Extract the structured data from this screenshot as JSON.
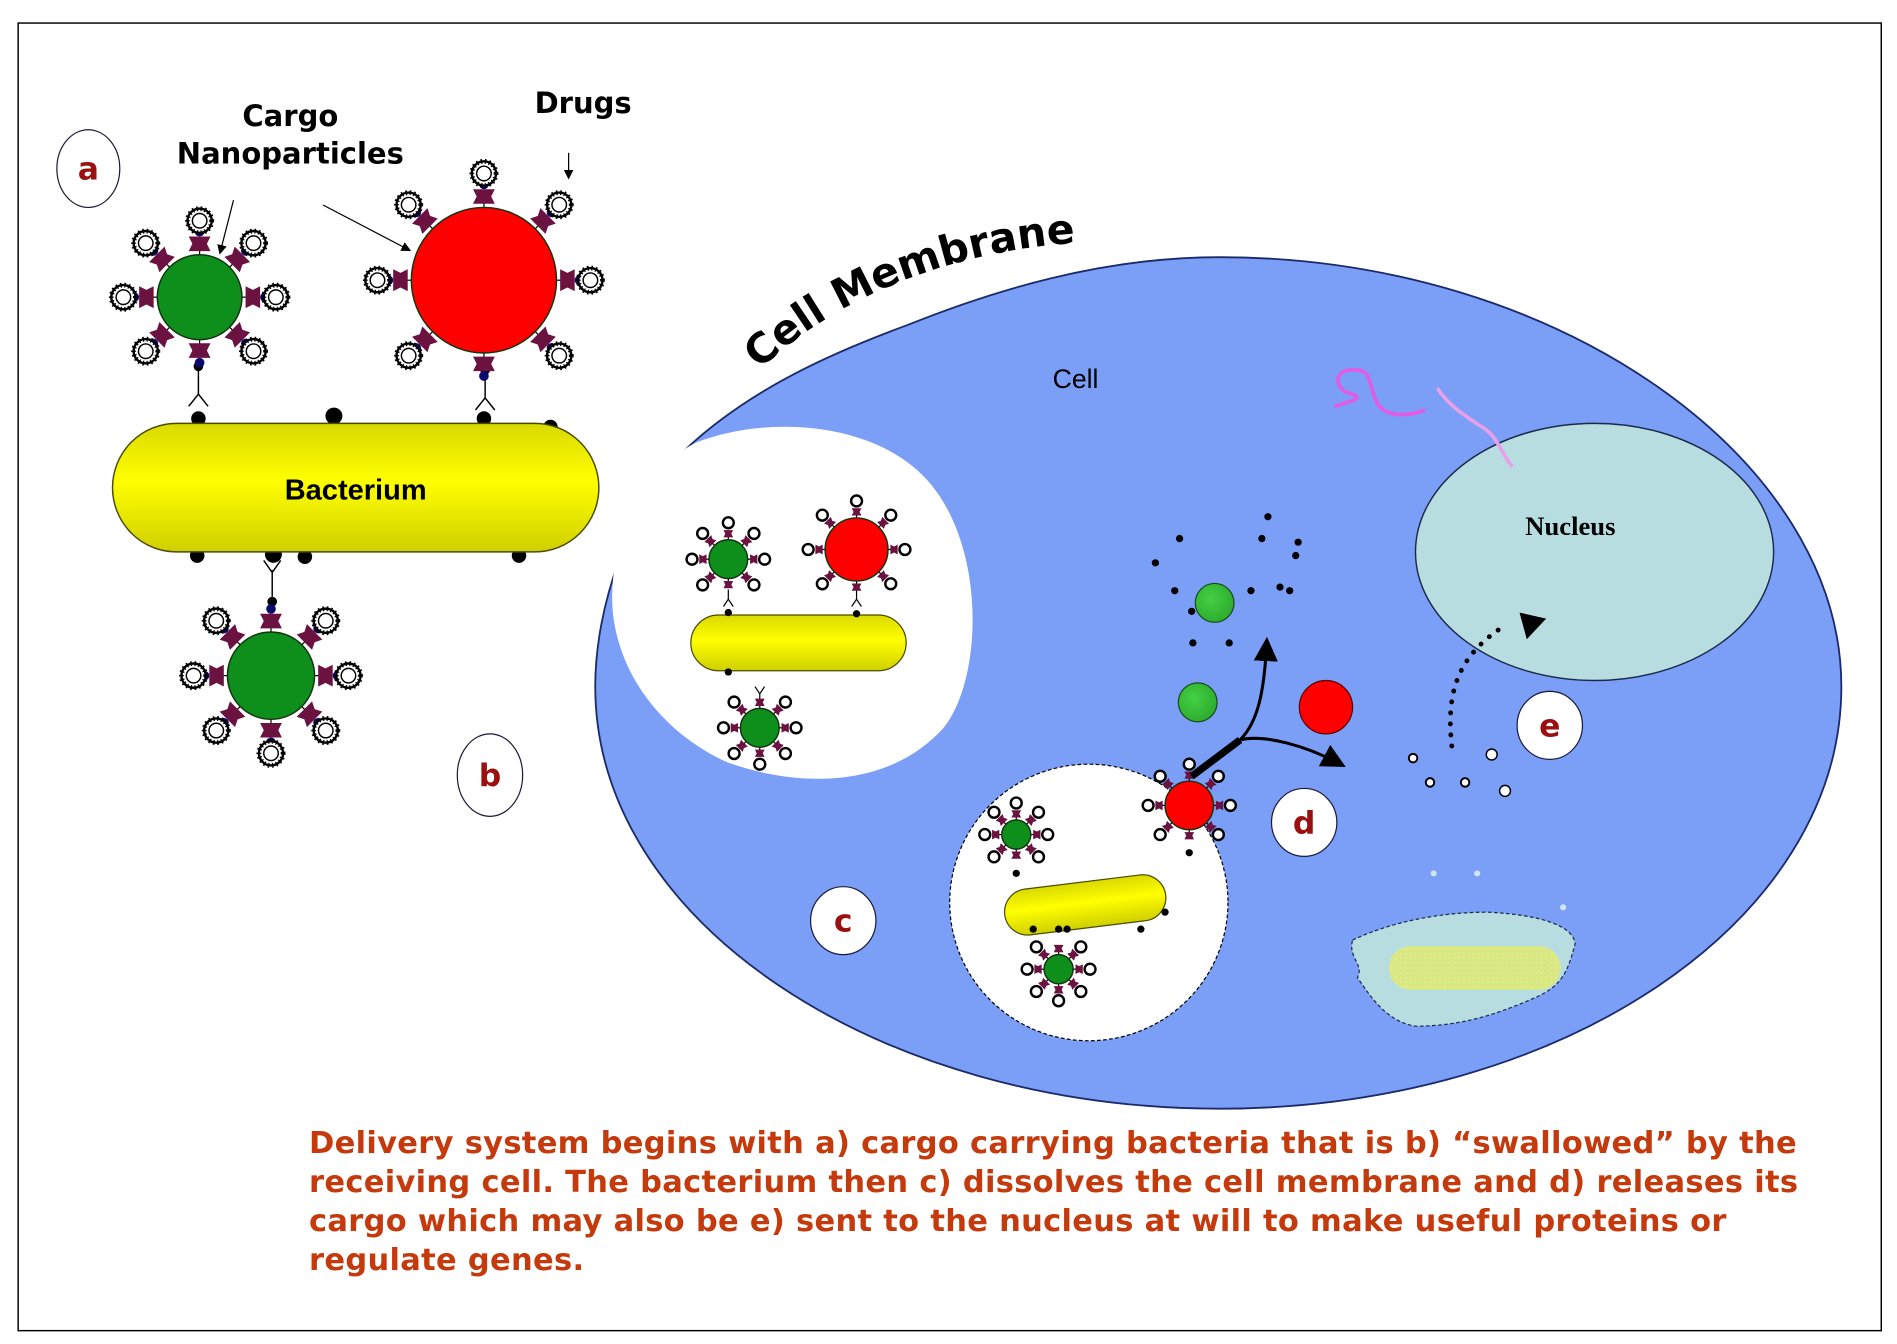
{
  "figure": {
    "title_labels": {
      "cargo": "Cargo",
      "nanoparticles": "Nanoparticles",
      "drugs": "Drugs",
      "bacterium": "Bacterium",
      "cell_membrane": "Cell Membrane",
      "cell": "Cell",
      "nucleus": "Nucleus"
    },
    "steps": [
      {
        "id": "a",
        "label": "a"
      },
      {
        "id": "b",
        "label": "b"
      },
      {
        "id": "c",
        "label": "c"
      },
      {
        "id": "d",
        "label": "d"
      },
      {
        "id": "e",
        "label": "e"
      }
    ],
    "colors": {
      "cell": "#7b9ef7",
      "nucleus": "#b8dde0",
      "bacterium": "#f5f500",
      "green_particle": "#0e8f1c",
      "light_green_particle": "#33c033",
      "red_particle": "#ff0000",
      "receptor": "#6b1240",
      "linker": "#0a0a6e",
      "step_letter": "#9a0f0f",
      "caption": "#c43a0c",
      "pink_strand": "#e35be3",
      "light_pink_strand": "#e8a0e8"
    },
    "caption_lines": [
      "Delivery system begins with a) cargo carrying bacteria that is b) “swallowed” by the",
      "receiving cell. The bacterium then c) dissolves the cell membrane and d) releases its",
      "cargo which may also be e) sent to the nucleus at will to make useful proteins or",
      "regulate genes."
    ]
  }
}
